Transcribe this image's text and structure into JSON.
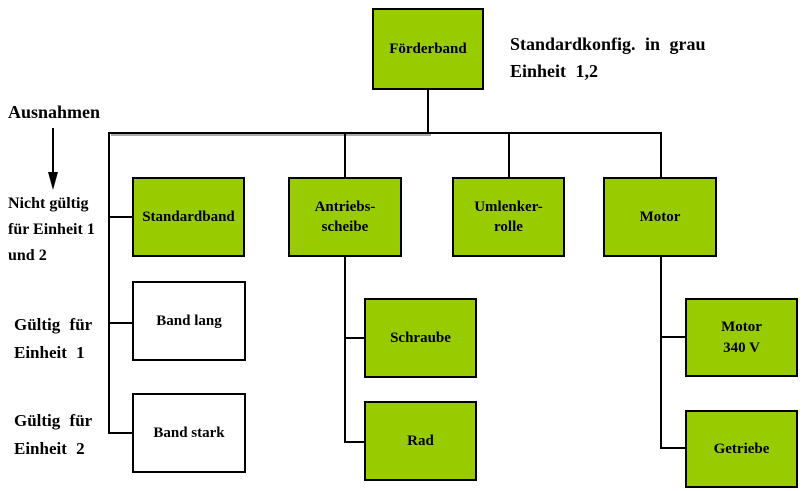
{
  "diagram": {
    "type": "tree",
    "note": {
      "text": "Standardkonfig. in grau\nEinheit 1,2"
    },
    "left_labels": {
      "ausnahmen": "Ausnahmen",
      "not_valid": "Nicht gültig\nfür Einheit 1\nund 2",
      "valid_unit1": "Gültig für\nEinheit 1",
      "valid_unit2": "Gültig für\nEinheit 2"
    },
    "nodes": {
      "foerderband": {
        "label": "Förderband",
        "variant": "standard",
        "parent": null
      },
      "standardband": {
        "label": "Standardband",
        "variant": "standard",
        "parent": "foerderband"
      },
      "antriebsscheibe": {
        "label": "Antriebs-\nscheibe",
        "variant": "standard",
        "parent": "foerderband"
      },
      "umlenkerrolle": {
        "label": "Umlenker-\nrolle",
        "variant": "standard",
        "parent": "foerderband"
      },
      "motor": {
        "label": "Motor",
        "variant": "standard",
        "parent": "foerderband"
      },
      "band_lang": {
        "label": "Band lang",
        "variant": "exception",
        "parent": "standardband-rail"
      },
      "band_stark": {
        "label": "Band stark",
        "variant": "exception",
        "parent": "standardband-rail"
      },
      "schraube": {
        "label": "Schraube",
        "variant": "standard",
        "parent": "antriebsscheibe"
      },
      "rad": {
        "label": "Rad",
        "variant": "standard",
        "parent": "antriebsscheibe"
      },
      "motor_340v": {
        "label": "Motor\n340 V",
        "variant": "standard",
        "parent": "motor"
      },
      "getriebe": {
        "label": "Getriebe",
        "variant": "standard",
        "parent": "motor"
      }
    },
    "colors": {
      "node_fill_standard": "#99cc00",
      "node_fill_exception": "#ffffff",
      "node_border": "#000000",
      "connector": "#000000",
      "connector_shadow": "#aaaaaa",
      "text": "#000000",
      "background": "#ffffff"
    }
  }
}
